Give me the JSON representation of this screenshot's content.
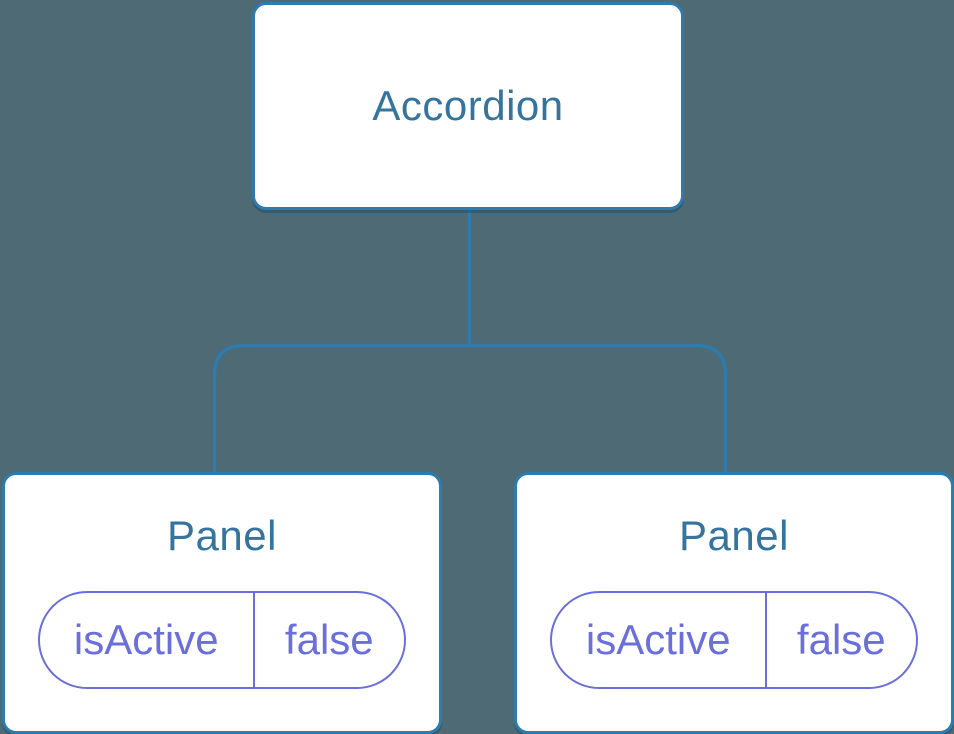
{
  "colors": {
    "background": "#4D6A75",
    "line": "#2E7BAE",
    "box-fill": "#FFFFFF",
    "title-text": "#35749E",
    "state-accent": "#6A6FDB"
  },
  "diagram": {
    "type": "component-tree",
    "root": {
      "title": "Accordion"
    },
    "children": [
      {
        "title": "Panel",
        "state": {
          "key": "isActive",
          "value": "false"
        }
      },
      {
        "title": "Panel",
        "state": {
          "key": "isActive",
          "value": "false"
        }
      }
    ]
  }
}
